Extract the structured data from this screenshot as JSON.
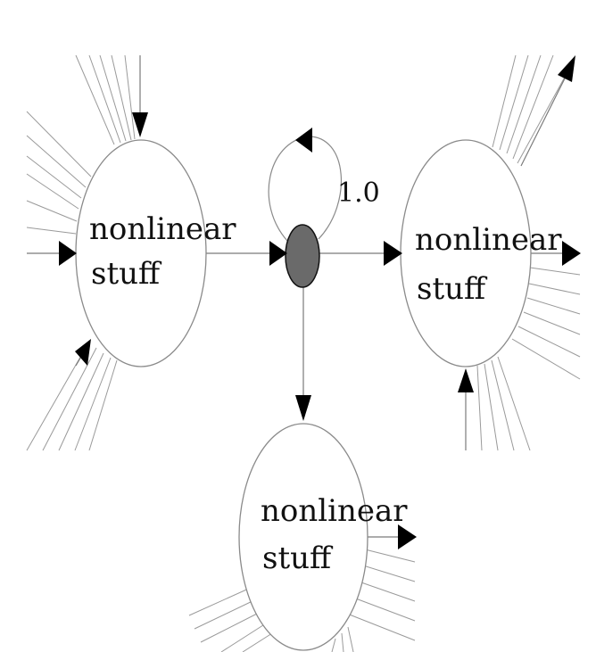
{
  "nodes": {
    "left": {
      "line1": "nonlinear",
      "line2": "stuff"
    },
    "right": {
      "line1": "nonlinear",
      "line2": "stuff"
    },
    "bottom": {
      "line1": "nonlinear",
      "line2": "stuff"
    }
  },
  "self_loop": {
    "weight": "1.0"
  },
  "colors": {
    "unit_fill": "#6a6a6a",
    "line_gray": "#9a9a9a",
    "arrow": "#000000"
  }
}
